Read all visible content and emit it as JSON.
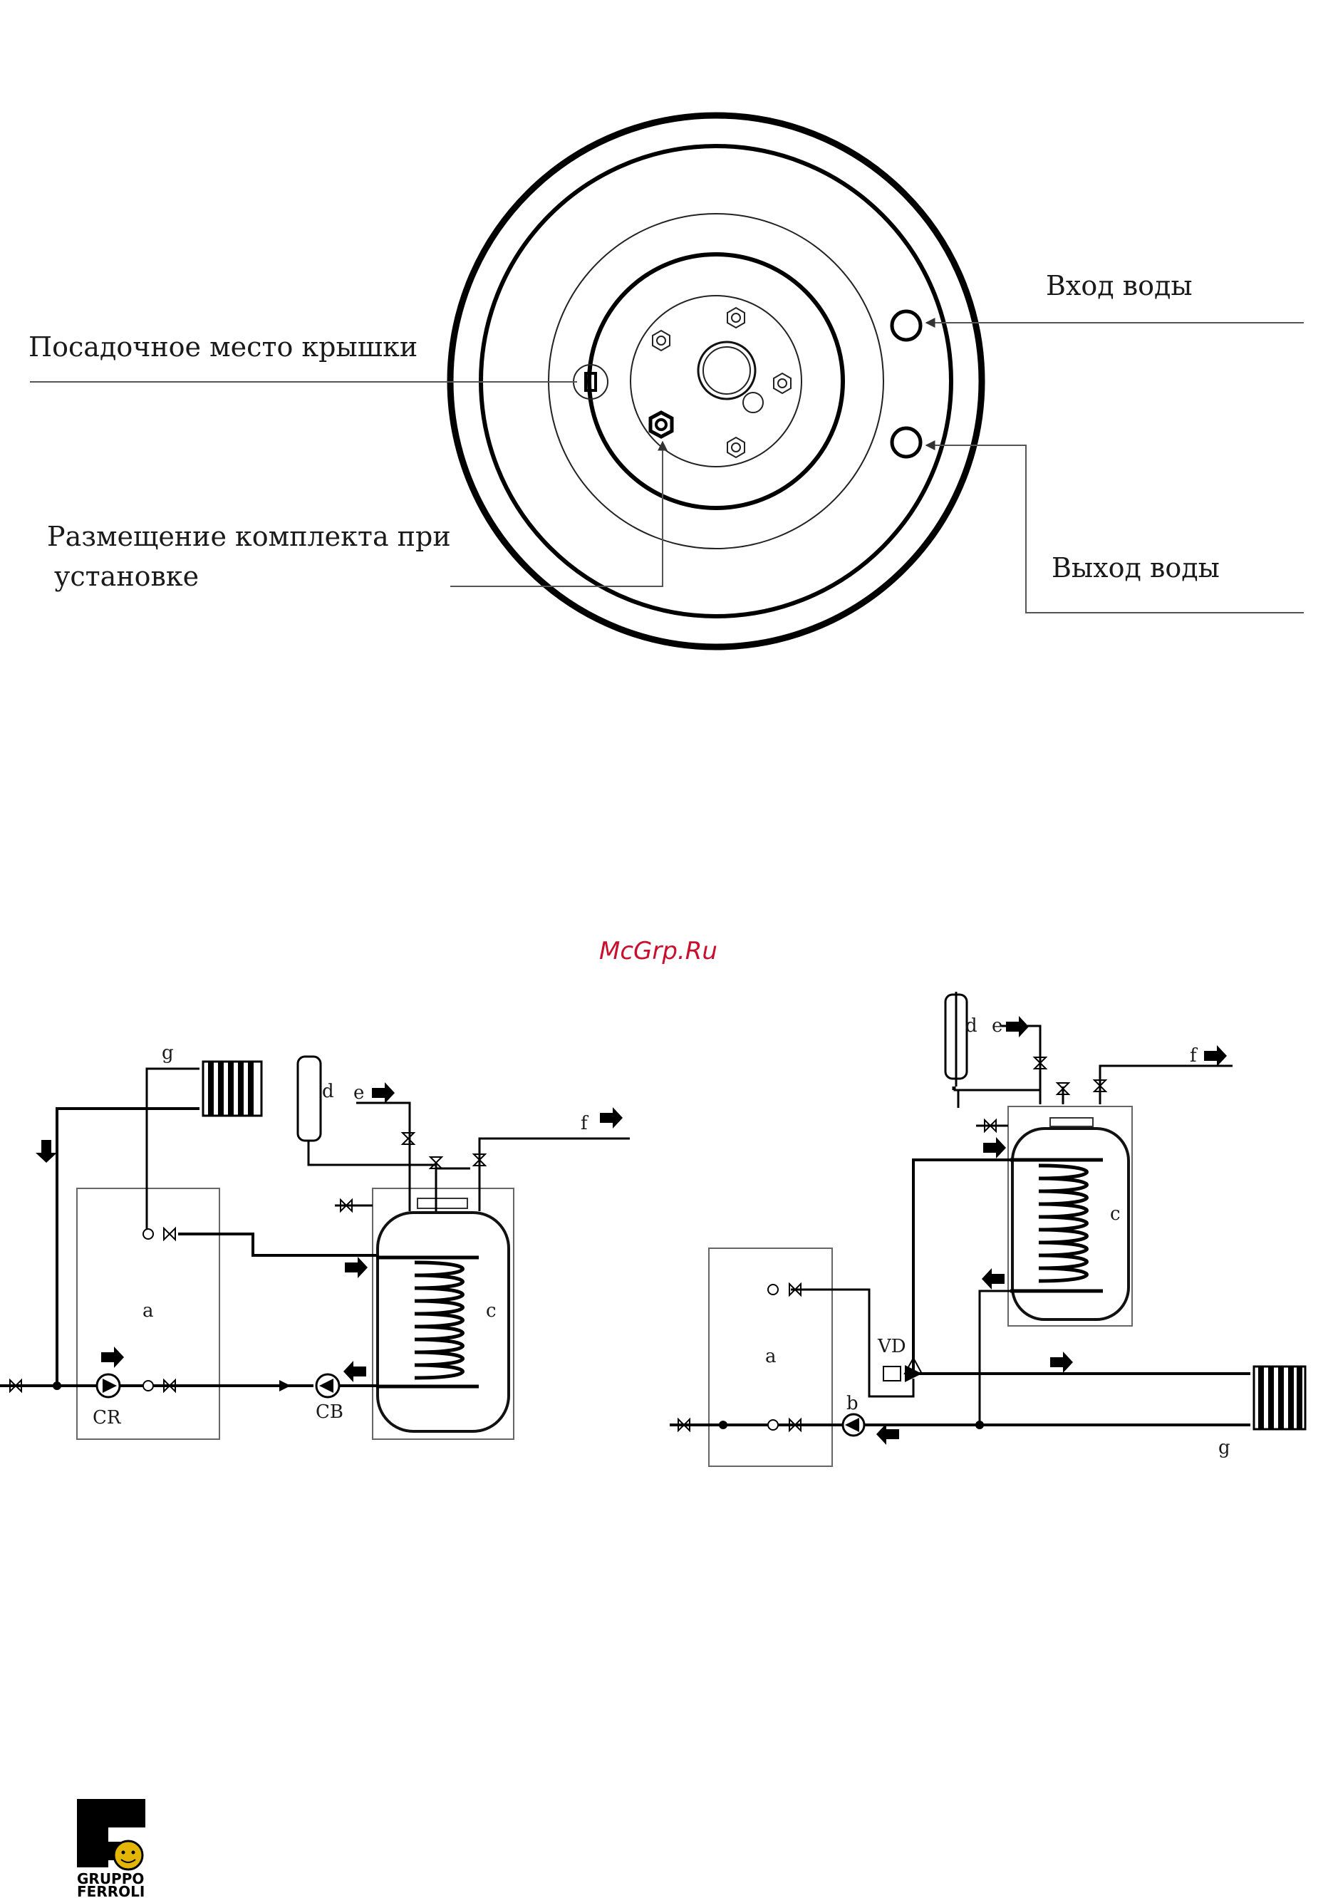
{
  "flange": {
    "inlet_label": "Вход воды",
    "outlet_label": "Выход воды",
    "cover_seat_label": "Посадочное место крышки",
    "kit_place_label_line1": "Размещение комплекта при",
    "kit_place_label_line2": "установке"
  },
  "watermark": "McGrp.Ru",
  "scheme_left": {
    "labels": {
      "a": "a",
      "c": "c",
      "d": "d",
      "e": "e",
      "f": "f",
      "g": "g",
      "cr": "CR",
      "cb": "CB"
    }
  },
  "scheme_right": {
    "labels": {
      "a": "a",
      "b": "b",
      "c": "c",
      "d": "d",
      "e": "e",
      "f": "f",
      "g": "g",
      "vd": "VD"
    }
  },
  "logo": {
    "line1": "GRUPPO",
    "line2": "FERROLI"
  }
}
